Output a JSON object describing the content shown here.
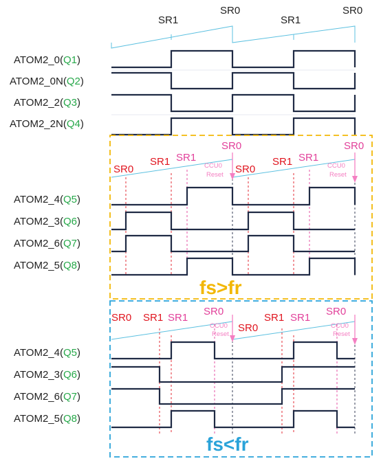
{
  "colors": {
    "wave": "#1f2a44",
    "sawtooth": "#5bc0e0",
    "sr0_red": "#e0141e",
    "sr1_pink": "#e2409a",
    "ccu_pink": "#f47fc2",
    "q_label_green": "#27a84a",
    "section_yellow": "#f2b705",
    "section_blue": "#2aa3d9"
  },
  "top": {
    "markers": [
      {
        "text": "SR1"
      },
      {
        "text": "SR0"
      },
      {
        "text": "SR1"
      },
      {
        "text": "SR0"
      }
    ],
    "signals": [
      {
        "name": "ATOM2_0",
        "q": "Q1"
      },
      {
        "name": "ATOM2_0N",
        "q": "Q2"
      },
      {
        "name": "ATOM2_2",
        "q": "Q3"
      },
      {
        "name": "ATOM2_2N",
        "q": "Q4"
      }
    ]
  },
  "section_fast": {
    "banner": "fs>fr",
    "markers": [
      {
        "text": "SR0"
      },
      {
        "text": "SR1"
      },
      {
        "text": "SR1"
      },
      {
        "text": "SR0"
      },
      {
        "text": "SR0"
      },
      {
        "text": "SR1"
      },
      {
        "text": "SR1"
      },
      {
        "text": "SR0"
      }
    ],
    "ccu_notes": [
      {
        "line1": "CCU0",
        "line2": "Reset"
      },
      {
        "line1": "CCU0",
        "line2": "Reset"
      }
    ],
    "signals": [
      {
        "name": "ATOM2_4",
        "q": "Q5"
      },
      {
        "name": "ATOM2_3",
        "q": "Q6"
      },
      {
        "name": "ATOM2_6",
        "q": "Q7"
      },
      {
        "name": "ATOM2_5",
        "q": "Q8"
      }
    ]
  },
  "section_slow": {
    "banner": "fs<fr",
    "markers": [
      {
        "text": "SR0"
      },
      {
        "text": "SR1"
      },
      {
        "text": "SR1"
      },
      {
        "text": "SR0"
      },
      {
        "text": "SR0"
      },
      {
        "text": "SR1"
      },
      {
        "text": "SR1"
      },
      {
        "text": "SR0"
      }
    ],
    "ccu_notes": [
      {
        "line1": "CCU0",
        "line2": "Reset"
      },
      {
        "line1": "CCU0",
        "line2": "Reset"
      }
    ],
    "signals": [
      {
        "name": "ATOM2_4",
        "q": "Q5"
      },
      {
        "name": "ATOM2_3",
        "q": "Q6"
      },
      {
        "name": "ATOM2_6",
        "q": "Q7"
      },
      {
        "name": "ATOM2_5",
        "q": "Q8"
      }
    ]
  }
}
